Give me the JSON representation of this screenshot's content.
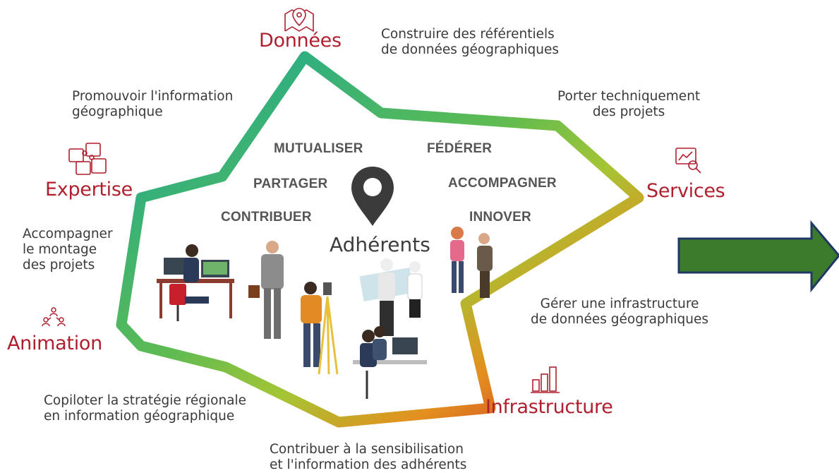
{
  "center": {
    "title": "Adhérents"
  },
  "pillars": {
    "donnees": "Données",
    "expertise": "Expertise",
    "services": "Services",
    "animation": "Animation",
    "infrastructure": "Infrastructure"
  },
  "descriptions": {
    "donnees": "Construire des référentiels\nde données géographiques",
    "promouvoir": "Promouvoir l'information\ngéographique",
    "services": "Porter techniquement\ndes projets",
    "expertise": "Accompagner\nle montage\ndes projets",
    "infrastructure": "Gérer une infrastructure\nde données géographiques",
    "animation": "Copiloter la stratégie régionale\nen information géographique",
    "sensibilisation": "Contribuer à la sensibilisation\net l'information des adhérents"
  },
  "verbs": {
    "mutualiser": "MUTUALISER",
    "federer": "FÉDÉRER",
    "partager": "PARTAGER",
    "accompagner": "ACCOMPAGNER",
    "contribuer": "CONTRIBUER",
    "innover": "INNOVER"
  },
  "colors": {
    "pillar_text": "#b01f2e",
    "teal": "#1aa897",
    "green": "#7cc242",
    "orange": "#e08a1e",
    "red": "#c8202a",
    "arrow_fill": "#3c7a2c",
    "arrow_stroke": "#1f3864"
  },
  "icons": [
    "map-pin-icon",
    "puzzle-icon",
    "chart-search-icon",
    "people-network-icon",
    "bar-chart-icon",
    "location-pin-icon",
    "arrow-right-icon"
  ]
}
